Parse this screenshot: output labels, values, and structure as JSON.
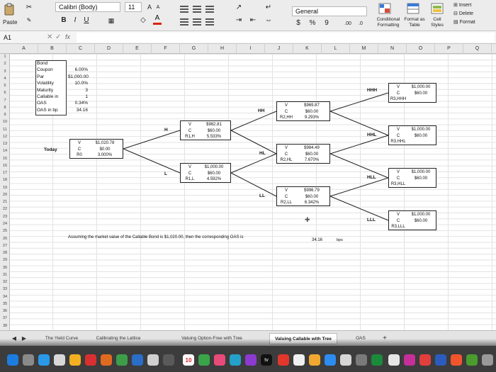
{
  "ribbon": {
    "paste_label": "Paste",
    "font_name": "Calibri (Body)",
    "font_size": "11",
    "grow_font": "A",
    "shrink_font": "A",
    "bold": "B",
    "italic": "I",
    "underline": "U",
    "font_color": "A",
    "number_format": "General",
    "currency": "$",
    "percent": "%",
    "comma": "9",
    "conditional_formatting": "Conditional Formatting",
    "format_as_table": "Format as Table",
    "cell_styles": "Cell Styles",
    "insert": "Insert",
    "delete": "Delete",
    "format": "Format"
  },
  "formula_bar": {
    "name_box": "A1",
    "fx": "fx"
  },
  "columns": [
    "A",
    "B",
    "C",
    "D",
    "E",
    "F",
    "G",
    "H",
    "I",
    "J",
    "K",
    "L",
    "M",
    "N",
    "O",
    "P",
    "Q"
  ],
  "rows": [
    "1",
    "2",
    "3",
    "4",
    "5",
    "6",
    "7",
    "8",
    "9",
    "10",
    "11",
    "12",
    "13",
    "14",
    "15",
    "16",
    "17",
    "18",
    "19",
    "20",
    "21",
    "22",
    "23",
    "24",
    "25",
    "26",
    "27",
    "28",
    "29",
    "30",
    "31",
    "32",
    "33",
    "34",
    "35",
    "36",
    "37",
    "38"
  ],
  "inputs": {
    "labels": [
      "Bond",
      "Coupon",
      "Par",
      "Volatility",
      "Maturity",
      "Callable in",
      "OAS",
      "OAS in bp"
    ],
    "values": [
      "",
      "6.00%",
      "$1,000.00",
      "10.0%",
      "3",
      "1",
      "0.34%",
      "34.16"
    ]
  },
  "tree": {
    "today_label": "Today",
    "h": "H",
    "l": "L",
    "hh": "HH",
    "hl": "HL",
    "ll": "LL",
    "hhh": "HHH",
    "hhl": "HHL",
    "hll": "HLL",
    "lll": "LLL",
    "nodes": {
      "root": {
        "rows": [
          "V",
          "C",
          "R0"
        ],
        "vals": [
          "$1,020.78",
          "$0.00",
          "3.000%"
        ]
      },
      "h": {
        "rows": [
          "V",
          "C",
          "R1,H"
        ],
        "vals": [
          "$982.81",
          "$60.00",
          "5.533%"
        ]
      },
      "l": {
        "rows": [
          "V",
          "C",
          "R1,L"
        ],
        "vals": [
          "$1,000.00",
          "$60.00",
          "4.592%"
        ]
      },
      "hh": {
        "rows": [
          "V",
          "C",
          "R2,HH"
        ],
        "vals": [
          "$969.87",
          "$60.00",
          "9.293%"
        ]
      },
      "hl": {
        "rows": [
          "V",
          "C",
          "R2,HL"
        ],
        "vals": [
          "$984.49",
          "$60.00",
          "7.670%"
        ]
      },
      "ll": {
        "rows": [
          "V",
          "C",
          "R2,LL"
        ],
        "vals": [
          "$996.79",
          "$60.00",
          "6.342%"
        ]
      },
      "hhh": {
        "rows": [
          "V",
          "C",
          "R3,HHH"
        ],
        "vals": [
          "$1,000.00",
          "$60.00",
          ""
        ]
      },
      "hhl": {
        "rows": [
          "V",
          "C",
          "R3,HHL"
        ],
        "vals": [
          "$1,000.00",
          "$60.00",
          ""
        ]
      },
      "hll": {
        "rows": [
          "V",
          "C",
          "R3,HLL"
        ],
        "vals": [
          "$1,000.00",
          "$60.00",
          ""
        ]
      },
      "lll": {
        "rows": [
          "V",
          "C",
          "R3,LLL"
        ],
        "vals": [
          "$1,000.00",
          "$60.00",
          ""
        ]
      }
    }
  },
  "note": {
    "text": "Assuming the market value of the Callable Bond is $1,020.00, then the corresponding OAS is",
    "value": "34.16",
    "unit": "bps"
  },
  "sheet_tabs": [
    "The Yield Curve",
    "Calibrating the Lattice",
    "Valuing Option-Free with Tree",
    "Valuing Callable with Tree",
    "OAS"
  ],
  "add_sheet": "+",
  "dock": {
    "calendar_day": "10",
    "tv_label": "tv"
  }
}
